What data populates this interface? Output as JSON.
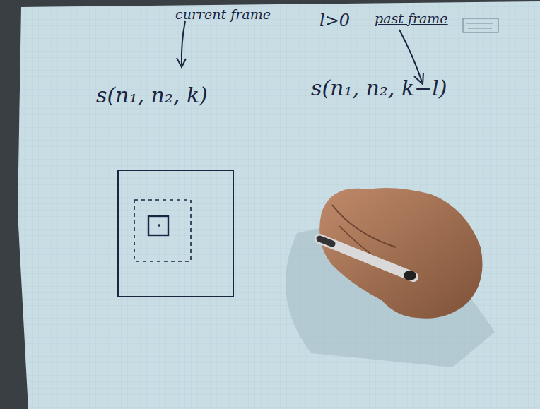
{
  "diagram": {
    "labels": [
      "current frame",
      "s(n₁, n₂, k)",
      "l>0",
      "past frame",
      "s(n₁, n₂, k−l)"
    ]
  }
}
